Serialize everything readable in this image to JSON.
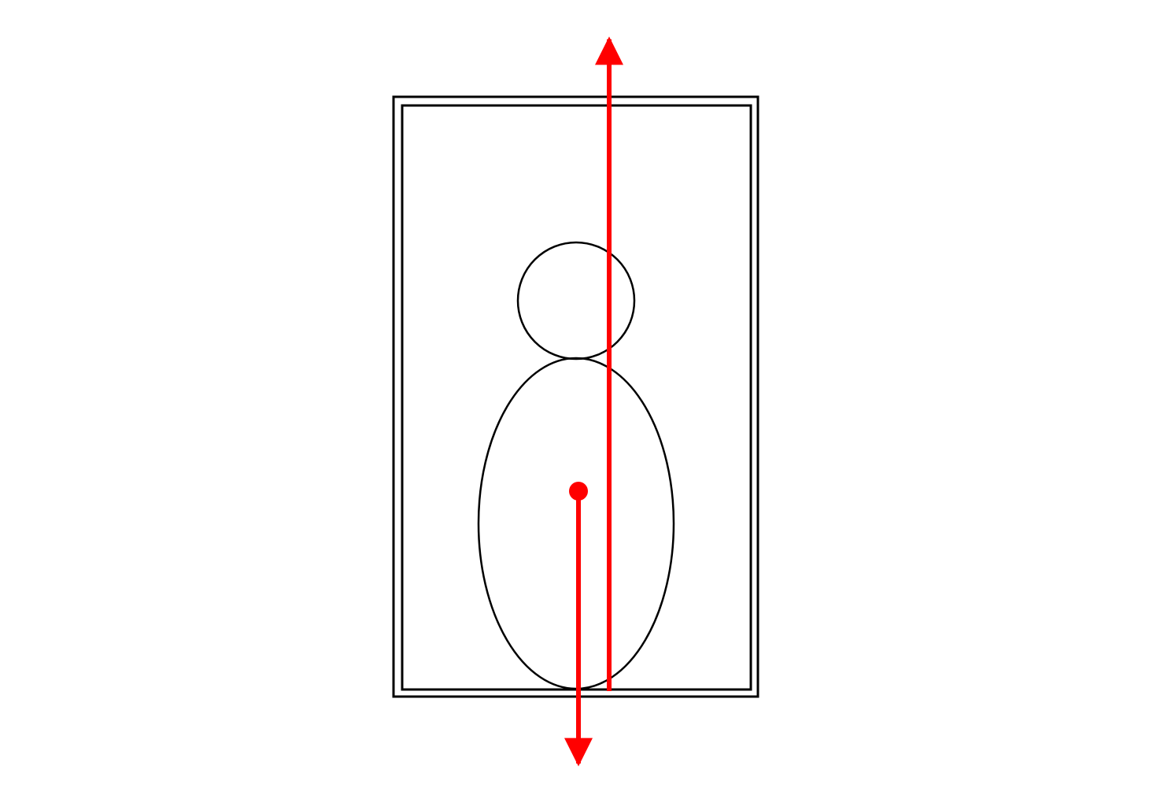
{
  "diagram": {
    "description_visible_text": "",
    "colors": {
      "background": "#ffffff",
      "outline": "#000000",
      "force_arrows": "#ff0000"
    },
    "elements": [
      {
        "id": "frame-outer",
        "kind": "rectangle"
      },
      {
        "id": "frame-inner",
        "kind": "rectangle"
      },
      {
        "id": "head",
        "kind": "circle"
      },
      {
        "id": "body",
        "kind": "ellipse"
      },
      {
        "id": "center-dot",
        "kind": "point"
      },
      {
        "id": "down-arrow",
        "kind": "arrow",
        "direction": "down"
      },
      {
        "id": "up-arrow",
        "kind": "arrow",
        "direction": "up"
      }
    ]
  }
}
